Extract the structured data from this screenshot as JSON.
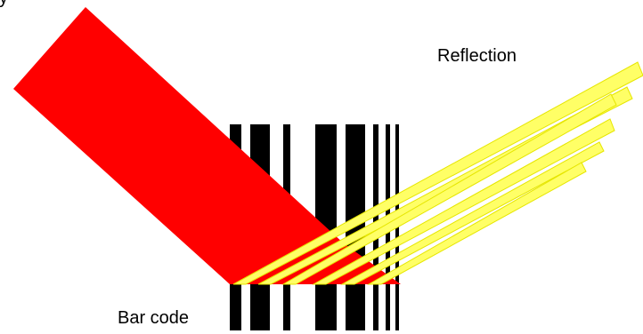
{
  "labels": {
    "top_left_partial": "y",
    "reflection": "Reflection",
    "barcode": "Bar code"
  },
  "colors": {
    "light_beam": "#ff0000",
    "reflection_rays": "#ffff66",
    "reflection_outline": "#e6e600",
    "bars": "#000000",
    "background": "#ffffff"
  },
  "elements": {
    "barcode_bar_count": 8,
    "reflection_ray_count": 6
  }
}
